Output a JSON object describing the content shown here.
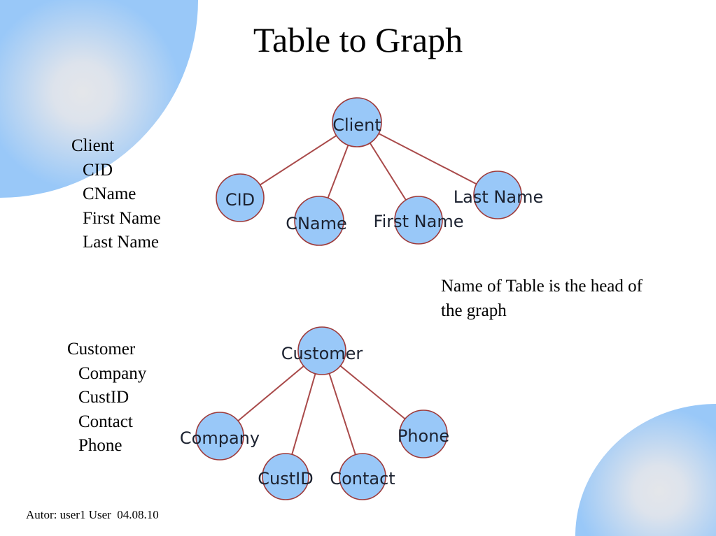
{
  "slide": {
    "title": "Table to Graph",
    "note": "Name of Table is the head of the graph",
    "footer": "Autor: user1 User  04.08.10"
  },
  "colors": {
    "corner_blue": "#99c8f8",
    "corner_center": "#e4e6ea",
    "node_fill": "#99c8f8",
    "node_border": "#9e3b3b",
    "edge": "#a94a4a"
  },
  "client_table": {
    "name": "Client",
    "fields": [
      "CID",
      "CName",
      "First Name",
      "Last Name"
    ]
  },
  "customer_table": {
    "name": "Customer",
    "fields": [
      "Company",
      "CustID",
      "Contact",
      "Phone"
    ]
  },
  "client_graph": {
    "root": "Client",
    "children": [
      "CID",
      "CName",
      "First Name",
      "Last Name"
    ]
  },
  "customer_graph": {
    "root": "Customer",
    "children": [
      "Company",
      "CustID",
      "Contact",
      "Phone"
    ]
  }
}
